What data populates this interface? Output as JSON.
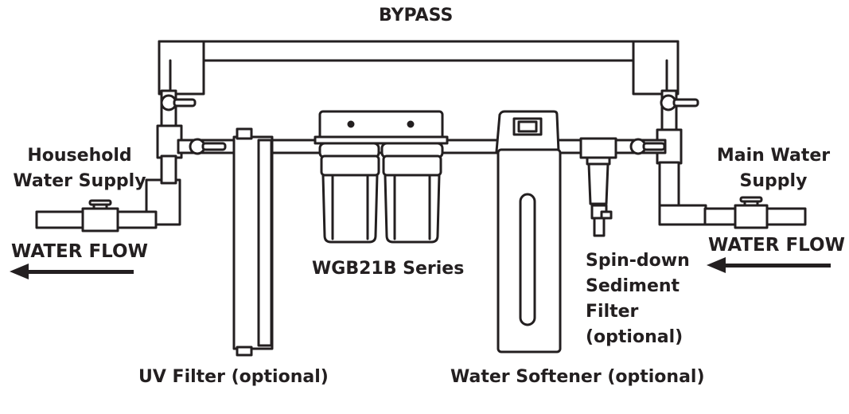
{
  "labels": {
    "bypass": "BYPASS",
    "household_line1": "Household",
    "household_line2": "Water Supply",
    "main_line1": "Main Water",
    "main_line2": "Supply",
    "water_flow_left": "WATER FLOW",
    "water_flow_right": "WATER FLOW",
    "wgb": "WGB21B Series",
    "spin_line1": "Spin-down",
    "spin_line2": "Sediment",
    "spin_line3": "Filter",
    "spin_line4": "(optional)",
    "uv": "UV Filter (optional)",
    "softener": "Water Softener (optional)"
  },
  "icons": {
    "left_arrow": "arrow-left-icon",
    "right_arrow": "arrow-left-icon"
  },
  "colors": {
    "line": "#231f20",
    "background": "#ffffff"
  }
}
